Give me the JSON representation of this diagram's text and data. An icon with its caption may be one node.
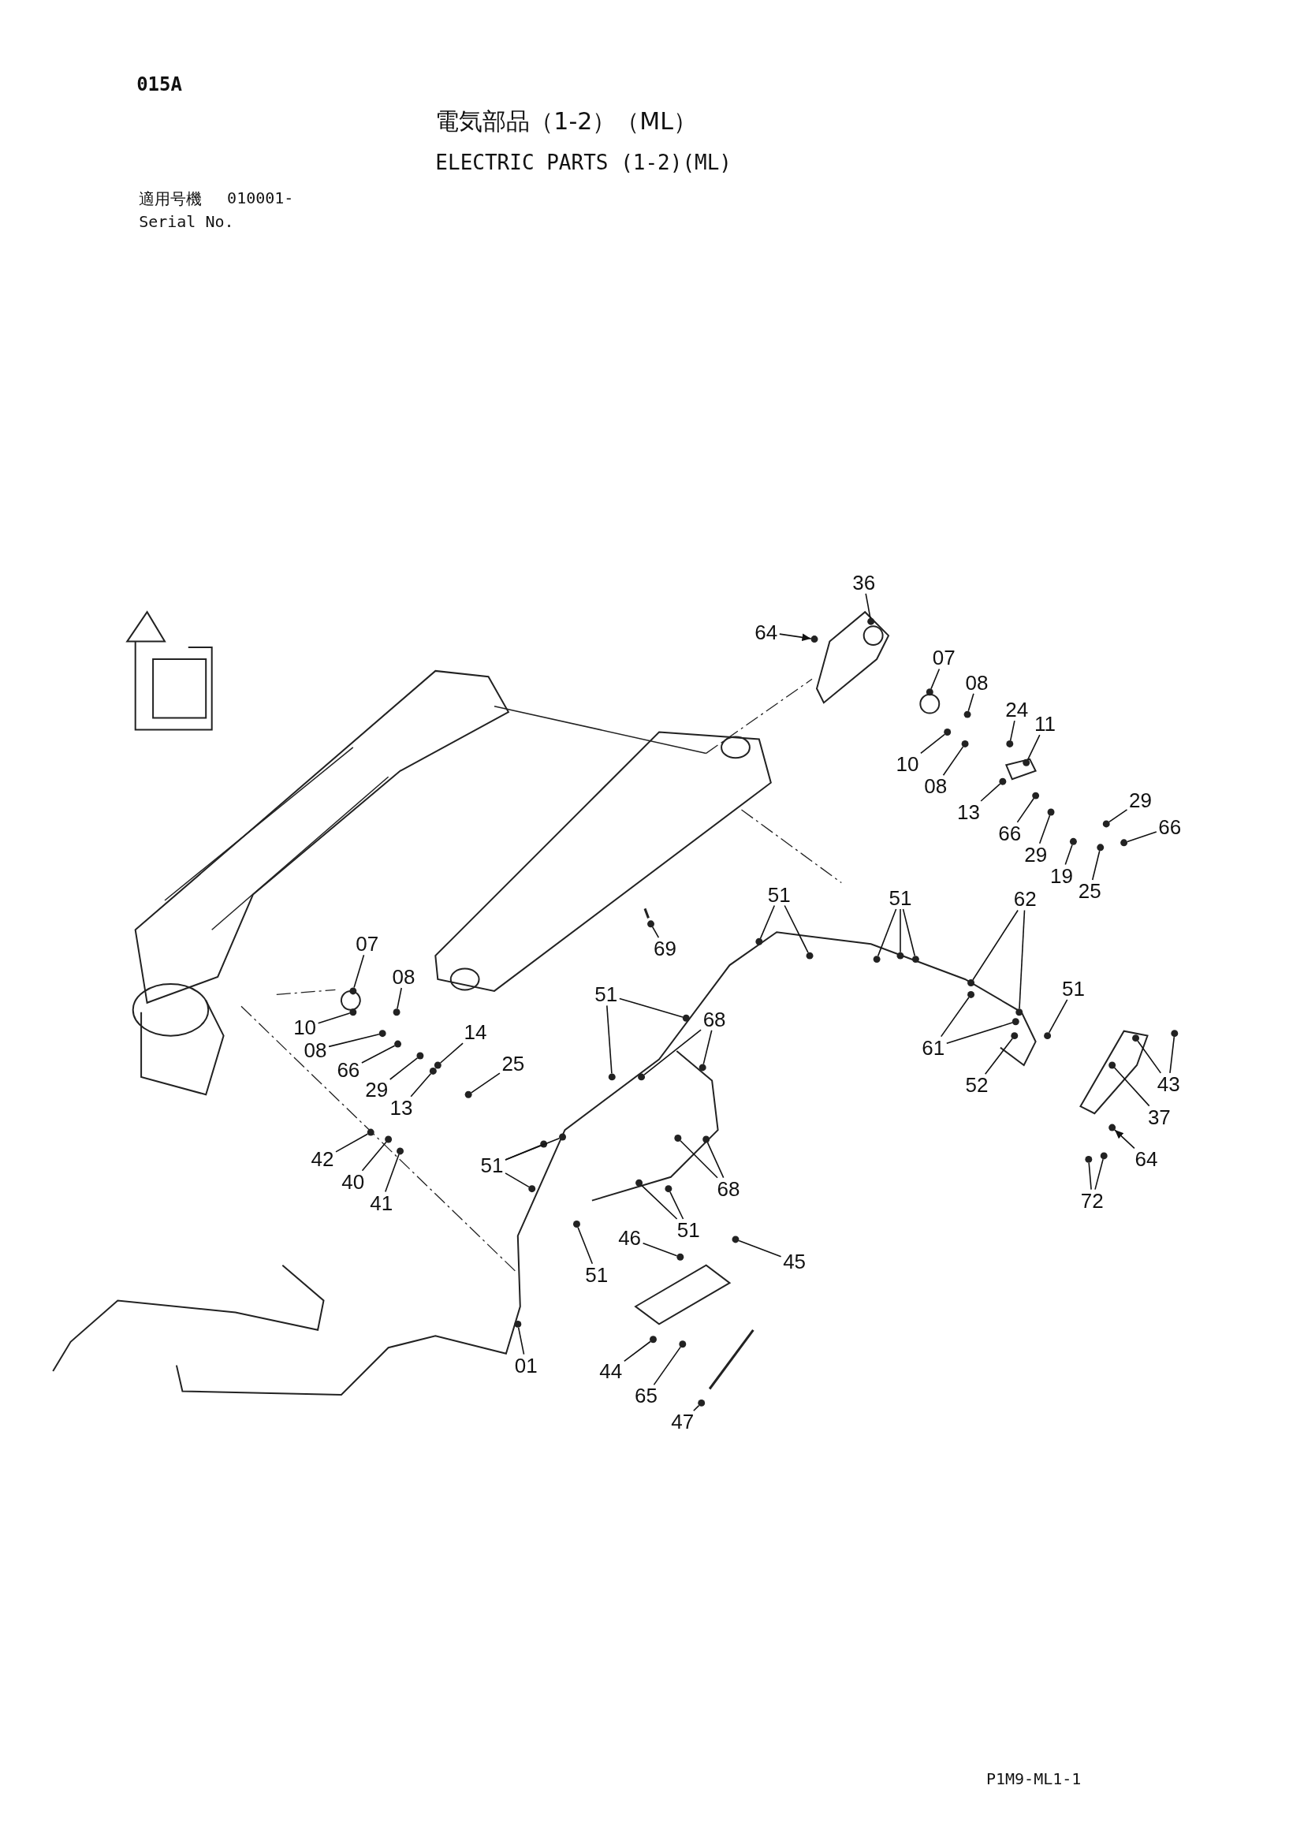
{
  "diagram": {
    "title": "電気部品（1-2）（ML）",
    "nodes": [
      {
        "text": [
          "36"
        ]
      },
      {
        "text": [
          "64"
        ]
      },
      {
        "text": [
          "07"
        ]
      },
      {
        "text": [
          "08"
        ]
      },
      {
        "text": [
          "10"
        ]
      },
      {
        "text": [
          "08"
        ]
      },
      {
        "text": [
          "24"
        ]
      },
      {
        "text": [
          "11"
        ]
      },
      {
        "text": [
          "13"
        ]
      },
      {
        "text": [
          "66"
        ]
      },
      {
        "text": [
          "29"
        ]
      },
      {
        "text": [
          "66"
        ]
      },
      {
        "text": [
          "29"
        ]
      },
      {
        "text": [
          "19"
        ]
      },
      {
        "text": [
          "25"
        ]
      },
      {
        "text": [
          "69"
        ]
      },
      {
        "text": [
          "51"
        ]
      },
      {
        "text": [
          "51"
        ]
      },
      {
        "text": [
          "62"
        ]
      },
      {
        "text": [
          "07"
        ]
      },
      {
        "text": [
          "08"
        ]
      },
      {
        "text": [
          "10"
        ]
      },
      {
        "text": [
          "08"
        ]
      },
      {
        "text": [
          "66"
        ]
      },
      {
        "text": [
          "29"
        ]
      },
      {
        "text": [
          "14"
        ]
      },
      {
        "text": [
          "13"
        ]
      },
      {
        "text": [
          "25"
        ]
      },
      {
        "text": [
          "51"
        ]
      },
      {
        "text": [
          "68"
        ]
      },
      {
        "text": [
          "51"
        ]
      },
      {
        "text": [
          "61"
        ]
      },
      {
        "text": [
          "52"
        ]
      },
      {
        "text": [
          "43"
        ]
      },
      {
        "text": [
          "37"
        ]
      },
      {
        "text": [
          "64"
        ]
      },
      {
        "text": [
          "72"
        ]
      },
      {
        "text": [
          "42"
        ]
      },
      {
        "text": [
          "40"
        ]
      },
      {
        "text": [
          "41"
        ]
      },
      {
        "text": [
          "51"
        ]
      },
      {
        "text": [
          "68"
        ]
      },
      {
        "text": [
          "51"
        ]
      },
      {
        "text": [
          "46"
        ]
      },
      {
        "text": [
          "45"
        ]
      },
      {
        "text": [
          "51"
        ]
      },
      {
        "text": [
          "01"
        ]
      },
      {
        "text": [
          "44"
        ]
      },
      {
        "text": [
          "65"
        ]
      },
      {
        "text": [
          "47"
        ]
      },
      {
        "text": [],
        "shape": "circle"
      },
      {
        "text": [],
        "shape": "circle"
      },
      {
        "text": [],
        "shape": "circle"
      },
      {
        "text": [],
        "shape": "circle"
      },
      {
        "text": [],
        "shape": "circle"
      },
      {
        "text": [],
        "shape": "circle"
      },
      {
        "text": [],
        "shape": "circle"
      },
      {
        "text": [],
        "shape": "circle"
      },
      {
        "text": [],
        "shape": "circle"
      },
      {
        "text": [],
        "shape": "circle"
      },
      {
        "text": [],
        "shape": "circle"
      },
      {
        "text": [],
        "shape": "circle"
      },
      {
        "text": [],
        "shape": "circle"
      },
      {
        "text": [],
        "shape": "circle"
      },
      {
        "text": [],
        "shape": "circle"
      },
      {
        "text": [],
        "shape": "circle"
      },
      {
        "text": [],
        "shape": "circle"
      },
      {
        "text": [],
        "shape": "circle"
      },
      {
        "text": [],
        "shape": "circle"
      },
      {
        "text": [],
        "shape": "circle"
      },
      {
        "text": [],
        "shape": "circle"
      },
      {
        "text": [],
        "shape": "circle"
      },
      {
        "text": [],
        "shape": "circle"
      },
      {
        "text": [],
        "shape": "circle"
      },
      {
        "text": [],
        "shape": "circle"
      },
      {
        "text": [],
        "shape": "circle"
      },
      {
        "text": [],
        "shape": "circle"
      },
      {
        "text": [],
        "shape": "circle"
      },
      {
        "text": [],
        "shape": "circle"
      },
      {
        "text": [],
        "shape": "circle"
      },
      {
        "text": [],
        "shape": "circle"
      },
      {
        "text": [],
        "shape": "circle"
      },
      {
        "text": [],
        "shape": "circle"
      },
      {
        "text": [],
        "shape": "circle"
      },
      {
        "text": [],
        "shape": "circle"
      },
      {
        "text": [],
        "shape": "circle"
      },
      {
        "text": [],
        "shape": "circle"
      },
      {
        "text": [],
        "shape": "circle"
      },
      {
        "text": [],
        "shape": "circle"
      },
      {
        "text": [],
        "shape": "circle"
      },
      {
        "text": [],
        "shape": "circle"
      },
      {
        "text": [],
        "shape": "circle"
      },
      {
        "text": [],
        "shape": "circle"
      },
      {
        "text": [],
        "shape": "circle"
      },
      {
        "text": [],
        "shape": "circle"
      },
      {
        "text": [],
        "shape": "circle"
      },
      {
        "text": [],
        "shape": "circle"
      },
      {
        "text": [],
        "shape": "circle"
      },
      {
        "text": [],
        "shape": "circle"
      },
      {
        "text": [],
        "shape": "circle"
      },
      {
        "text": [],
        "shape": "circle"
      },
      {
        "text": [],
        "shape": "circle"
      },
      {
        "text": [],
        "shape": "circle"
      },
      {
        "text": [],
        "shape": "circle"
      },
      {
        "text": [],
        "shape": "circle"
      },
      {
        "text": [],
        "shape": "circle"
      },
      {
        "text": [],
        "shape": "circle"
      },
      {
        "text": [],
        "shape": "circle"
      },
      {
        "text": [],
        "shape": "circle"
      },
      {
        "text": [],
        "shape": "circle"
      },
      {
        "text": [],
        "shape": "circle"
      },
      {
        "text": [],
        "shape": "circle"
      },
      {
        "text": [],
        "shape": "circle"
      }
    ],
    "edges": [
      {
        "from": 0,
        "to": 50,
        "arrow": "none"
      },
      {
        "from": 1,
        "to": 51,
        "arrow": "to"
      },
      {
        "from": 2,
        "to": 52,
        "arrow": "none"
      },
      {
        "from": 3,
        "to": 53,
        "arrow": "none"
      },
      {
        "from": 4,
        "to": 54,
        "arrow": "none"
      },
      {
        "from": 5,
        "to": 55,
        "arrow": "none"
      },
      {
        "from": 6,
        "to": 56,
        "arrow": "none"
      },
      {
        "from": 7,
        "to": 57,
        "arrow": "none"
      },
      {
        "from": 8,
        "to": 58,
        "arrow": "none"
      },
      {
        "from": 9,
        "to": 59,
        "arrow": "none"
      },
      {
        "from": 10,
        "to": 60,
        "arrow": "none"
      },
      {
        "from": 11,
        "to": 61,
        "arrow": "none"
      },
      {
        "from": 12,
        "to": 62,
        "arrow": "none"
      },
      {
        "from": 13,
        "to": 63,
        "arrow": "none"
      },
      {
        "from": 14,
        "to": 64,
        "arrow": "none"
      },
      {
        "from": 15,
        "to": 65,
        "arrow": "none"
      },
      {
        "from": 16,
        "to": 66,
        "arrow": "none"
      },
      {
        "from": 16,
        "to": 67,
        "arrow": "none"
      },
      {
        "from": 17,
        "to": 68,
        "arrow": "none"
      },
      {
        "from": 17,
        "to": 69,
        "arrow": "none"
      },
      {
        "from": 17,
        "to": 70,
        "arrow": "none"
      },
      {
        "from": 18,
        "to": 71,
        "arrow": "none"
      },
      {
        "from": 18,
        "to": 72,
        "arrow": "none"
      },
      {
        "from": 19,
        "to": 73,
        "arrow": "none"
      },
      {
        "from": 20,
        "to": 74,
        "arrow": "none"
      },
      {
        "from": 21,
        "to": 75,
        "arrow": "none"
      },
      {
        "from": 22,
        "to": 76,
        "arrow": "none"
      },
      {
        "from": 23,
        "to": 77,
        "arrow": "none"
      },
      {
        "from": 24,
        "to": 78,
        "arrow": "none"
      },
      {
        "from": 25,
        "to": 79,
        "arrow": "none"
      },
      {
        "from": 26,
        "to": 80,
        "arrow": "none"
      },
      {
        "from": 27,
        "to": 81,
        "arrow": "none"
      },
      {
        "from": 28,
        "to": 82,
        "arrow": "none"
      },
      {
        "from": 28,
        "to": 83,
        "arrow": "none"
      },
      {
        "from": 29,
        "to": 84,
        "arrow": "none"
      },
      {
        "from": 29,
        "to": 85,
        "arrow": "none"
      },
      {
        "from": 30,
        "to": 86,
        "arrow": "none"
      },
      {
        "from": 31,
        "to": 87,
        "arrow": "none"
      },
      {
        "from": 31,
        "to": 88,
        "arrow": "none"
      },
      {
        "from": 32,
        "to": 89,
        "arrow": "none"
      },
      {
        "from": 33,
        "to": 90,
        "arrow": "none"
      },
      {
        "from": 33,
        "to": 91,
        "arrow": "none"
      },
      {
        "from": 34,
        "to": 92,
        "arrow": "none"
      },
      {
        "from": 35,
        "to": 93,
        "arrow": "to"
      },
      {
        "from": 36,
        "to": 94,
        "arrow": "none"
      },
      {
        "from": 36,
        "to": 95,
        "arrow": "none"
      },
      {
        "from": 37,
        "to": 96,
        "arrow": "none"
      },
      {
        "from": 38,
        "to": 97,
        "arrow": "none"
      },
      {
        "from": 39,
        "to": 98,
        "arrow": "none"
      },
      {
        "from": 40,
        "to": 99,
        "arrow": "none"
      },
      {
        "from": 40,
        "to": 100,
        "arrow": "none"
      },
      {
        "from": 40,
        "to": 101,
        "arrow": "none"
      },
      {
        "from": 41,
        "to": 102,
        "arrow": "none"
      },
      {
        "from": 41,
        "to": 103,
        "arrow": "none"
      },
      {
        "from": 42,
        "to": 104,
        "arrow": "none"
      },
      {
        "from": 42,
        "to": 105,
        "arrow": "none"
      },
      {
        "from": 43,
        "to": 106,
        "arrow": "none"
      },
      {
        "from": 44,
        "to": 107,
        "arrow": "none"
      },
      {
        "from": 45,
        "to": 108,
        "arrow": "none"
      },
      {
        "from": 46,
        "to": 109,
        "arrow": "none"
      },
      {
        "from": 47,
        "to": 110,
        "arrow": "none"
      },
      {
        "from": 48,
        "to": 111,
        "arrow": "none"
      },
      {
        "from": 49,
        "to": 112,
        "arrow": "none"
      }
    ],
    "labels": [
      "015A",
      "ELECTRIC PARTS (1-2)(ML)",
      "適用号機",
      "010001-",
      "Serial No.",
      "P1M9-ML1-1"
    ]
  }
}
